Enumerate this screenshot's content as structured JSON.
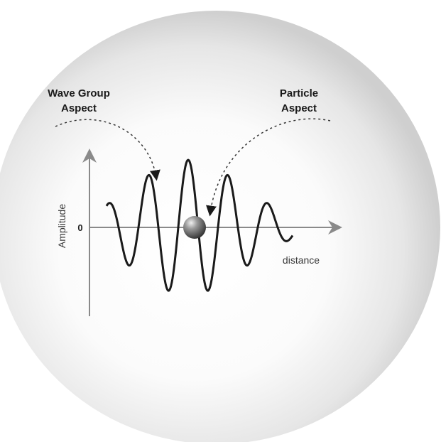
{
  "labels": {
    "wave_group_line1": "Wave Group",
    "wave_group_line2": "Aspect",
    "particle_line1": "Particle",
    "particle_line2": "Aspect",
    "y_axis": "Amplitude",
    "x_axis": "distance",
    "zero": "0"
  },
  "colors": {
    "background": "#ffffff",
    "sphere_center": "#ffffff",
    "sphere_edge": "#cfcfcf",
    "axis": "#8a8a8a",
    "wave": "#1a1a1a",
    "particle": "#444444"
  }
}
